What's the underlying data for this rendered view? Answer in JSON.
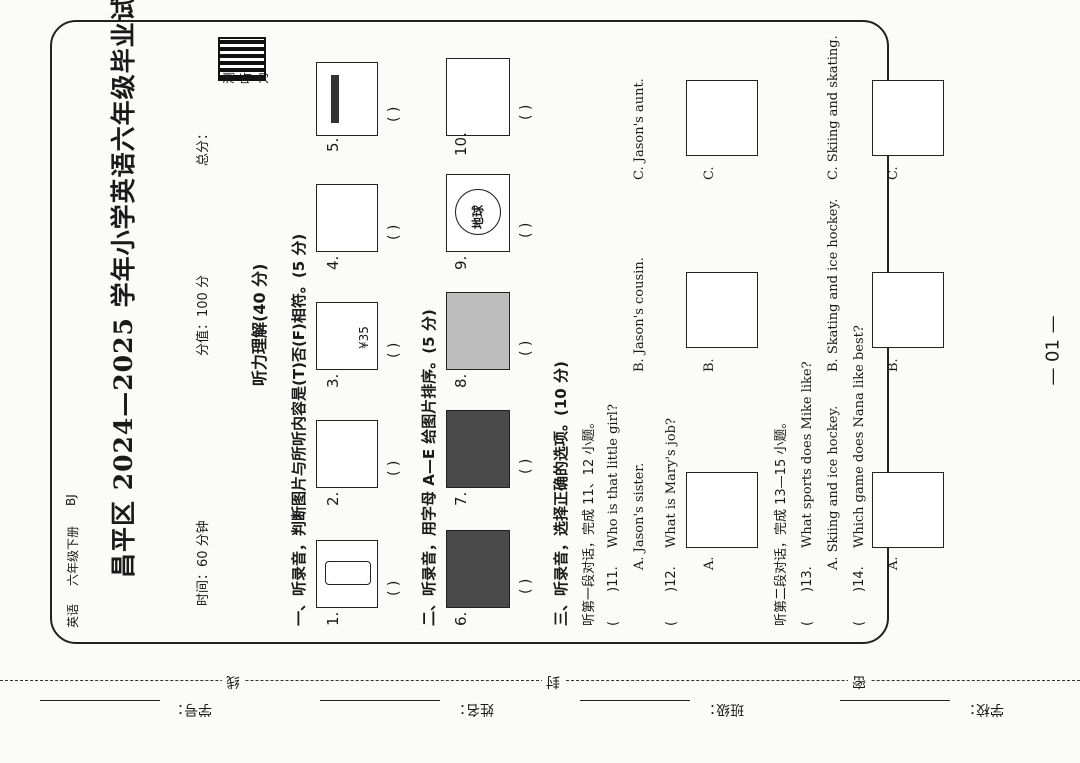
{
  "header": {
    "subject": "英语",
    "grade": "六年级下册",
    "edition": "BJ"
  },
  "title": "昌平区 2024—2025 学年小学英语六年级毕业试卷",
  "qr_label": "测听力",
  "meta": {
    "time": "时间：60 分钟",
    "score": "分值：100 分",
    "total": "总分："
  },
  "section_heading": "听力理解(40 分)",
  "part1": {
    "title": "一、听录音，判断图片与所听内容是(T)否(F)相符。(5 分)",
    "items": [
      "1.",
      "2.",
      "3.",
      "4.",
      "5."
    ],
    "price_label": "¥35"
  },
  "part2": {
    "title": "二、听录音，用字母 A—E 给图片排序。(5 分)",
    "items": [
      "6.",
      "7.",
      "8.",
      "9.",
      "10."
    ],
    "globe_label": "地球"
  },
  "part3": {
    "title": "三、听录音，选择正确的选项。(10 分)",
    "dialog1": "听第一段对话，完成 11、12 小题。",
    "q11": {
      "num": ")11.",
      "text": "Who is that little girl?",
      "a": "A.  Jason's sister.",
      "b": "B.  Jason's cousin.",
      "c": "C.  Jason's aunt."
    },
    "q12": {
      "num": ")12.",
      "text": "What is Mary's job?",
      "a": "A.",
      "b": "B.",
      "c": "C."
    },
    "dialog2": "听第二段对话，完成 13—15 小题。",
    "q13": {
      "num": ")13.",
      "text": "What sports does Mike like?",
      "a": "A.  Skiing and ice hockey.",
      "b": "B.  Skating and ice hockey.",
      "c": "C.  Skiing and skating."
    },
    "q14": {
      "num": ")14.",
      "text": "Which game does Nana like best?",
      "a": "A.",
      "b": "B.",
      "c": "C."
    }
  },
  "paren": "(        )",
  "open_paren": "(",
  "page_number": "— 01 —",
  "binding": {
    "fields": [
      "学号：",
      "姓名：",
      "班级：",
      "学校："
    ],
    "marks": [
      "线",
      "封",
      "密"
    ]
  }
}
